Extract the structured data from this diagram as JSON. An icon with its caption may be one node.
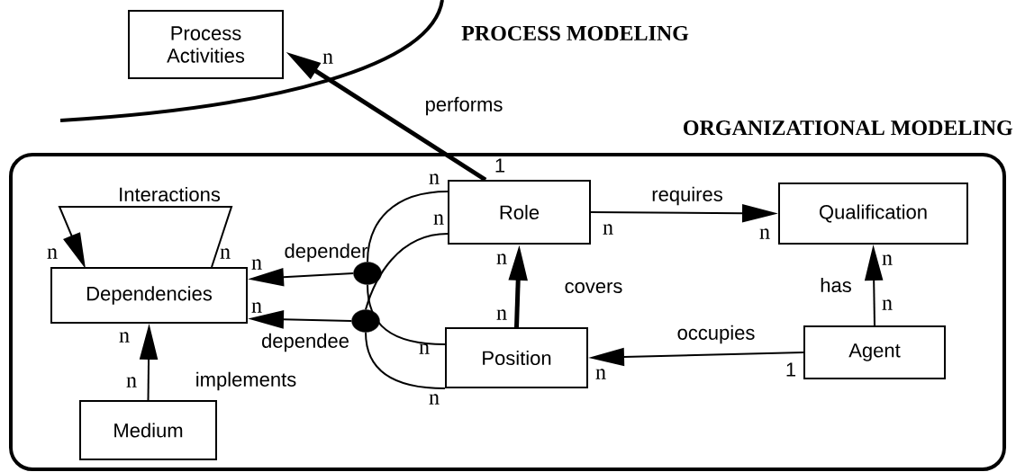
{
  "diagram": {
    "nodes": [
      {
        "text": [
          "Process Activities"
        ]
      },
      {
        "text": [
          "ORGANIZATIONAL MODELING"
        ]
      },
      {
        "text": [
          "Role"
        ],
        "in": 1
      },
      {
        "text": [
          "Qualification"
        ],
        "in": 1
      },
      {
        "text": [
          "Dependencies"
        ],
        "in": 1
      },
      {
        "text": [
          "Position"
        ],
        "in": 1
      },
      {
        "text": [
          "Agent"
        ],
        "in": 1
      },
      {
        "text": [
          "Medium"
        ],
        "in": 1
      },
      {
        "text": [],
        "shape": "circle",
        "in": 1
      },
      {
        "text": [],
        "shape": "circle",
        "in": 1
      }
    ],
    "edges": [
      {
        "from": 2,
        "to": 0,
        "arrow": "to",
        "label": "performs",
        "style": "thick"
      },
      {
        "from": 2,
        "to": 3,
        "arrow": "to",
        "label": "requires"
      },
      {
        "from": 5,
        "to": 2,
        "arrow": "to",
        "label": "covers",
        "style": "thick"
      },
      {
        "from": 6,
        "to": 5,
        "arrow": "to",
        "label": "occupies"
      },
      {
        "from": 6,
        "to": 3,
        "arrow": "to",
        "label": "has"
      },
      {
        "from": 7,
        "to": 4,
        "arrow": "to",
        "label": "implements"
      },
      {
        "from": 4,
        "to": 4,
        "arrow": "to",
        "label": "Interactions"
      },
      {
        "from": 8,
        "to": 4,
        "arrow": "to",
        "label": "depender"
      },
      {
        "from": 9,
        "to": 4,
        "arrow": "to",
        "label": "dependee"
      },
      {
        "from": 2,
        "to": 8,
        "arrow": "none"
      },
      {
        "from": 2,
        "to": 9,
        "arrow": "none"
      },
      {
        "from": 5,
        "to": 8,
        "arrow": "none"
      },
      {
        "from": 5,
        "to": 9,
        "arrow": "none"
      }
    ],
    "labels": [
      "PROCESS MODELING",
      "n",
      "1",
      "n",
      "n",
      "n",
      "n",
      "n",
      "n",
      "n",
      "n",
      "n",
      "n",
      "n",
      "n",
      "n",
      "n",
      "n",
      "1",
      "n",
      "n"
    ]
  }
}
